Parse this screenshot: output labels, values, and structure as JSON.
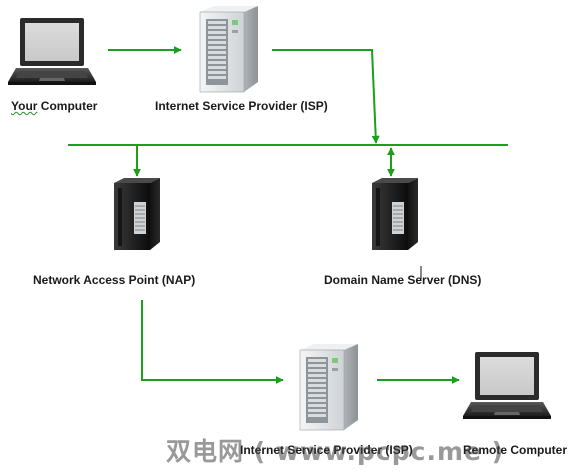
{
  "nodes": {
    "your_computer": {
      "label_main": "Your",
      "label_rest": " Computer",
      "icon": "laptop-icon"
    },
    "isp_top": {
      "label": "Internet Service Provider (ISP)",
      "icon": "server-icon"
    },
    "nap": {
      "label": "Network Access Point (NAP)",
      "icon": "black-server-icon"
    },
    "dns": {
      "label": "Domain Name Server (DNS)",
      "icon": "black-server-icon"
    },
    "isp_bottom": {
      "label": "Internet Service Provider (ISP)",
      "icon": "server-icon"
    },
    "remote_computer": {
      "label": "Remote Computer",
      "icon": "laptop-icon"
    }
  },
  "watermark": "双电网 ( www.pcpc.me )",
  "colors": {
    "arrow": "#1aa01a",
    "text": "#1a1a1a",
    "light_server": "#e8eaec",
    "dark_server": "#1e1e1e"
  }
}
